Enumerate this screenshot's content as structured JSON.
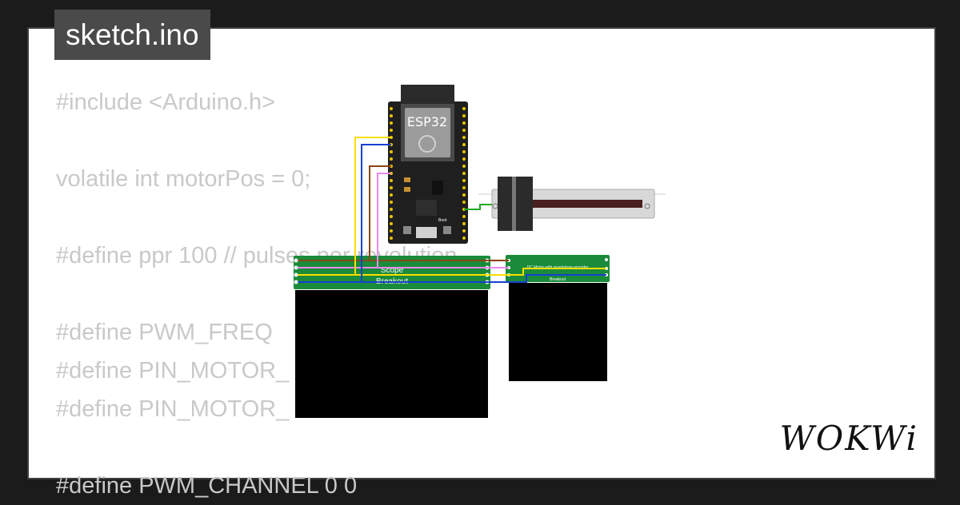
{
  "file_tab": {
    "title": "sketch.ino"
  },
  "code_lines": [
    "#include <Arduino.h>",
    "",
    "volatile int motorPos = 0;",
    "",
    "#define ppr 100 // pulses per revolution",
    "",
    "#define PWM_FREQ",
    "#define PIN_MOTOR_",
    "#define PIN_MOTOR_",
    "",
    "#define PWM_CHANNEL 0 0"
  ],
  "board": {
    "label": "ESP32",
    "boot_label": "Boot"
  },
  "modules": {
    "scope_label": "Scope",
    "scope_breakout_label": "Breakout",
    "motor_title": "DC Motor with quadrature encoder",
    "motor_breakout_label": "Breakout"
  },
  "brand": {
    "logo_text": "WOKWi"
  },
  "colors": {
    "background": "#1b1b1b",
    "canvas": "#ffffff",
    "code_text": "#c9c9c9",
    "pcb_green": "#1a8b3a",
    "wire_yellow": "#ffdd00",
    "wire_blue": "#1840d0",
    "wire_brown": "#8b4513",
    "wire_pink": "#ee88ee",
    "wire_green": "#22aa22"
  }
}
